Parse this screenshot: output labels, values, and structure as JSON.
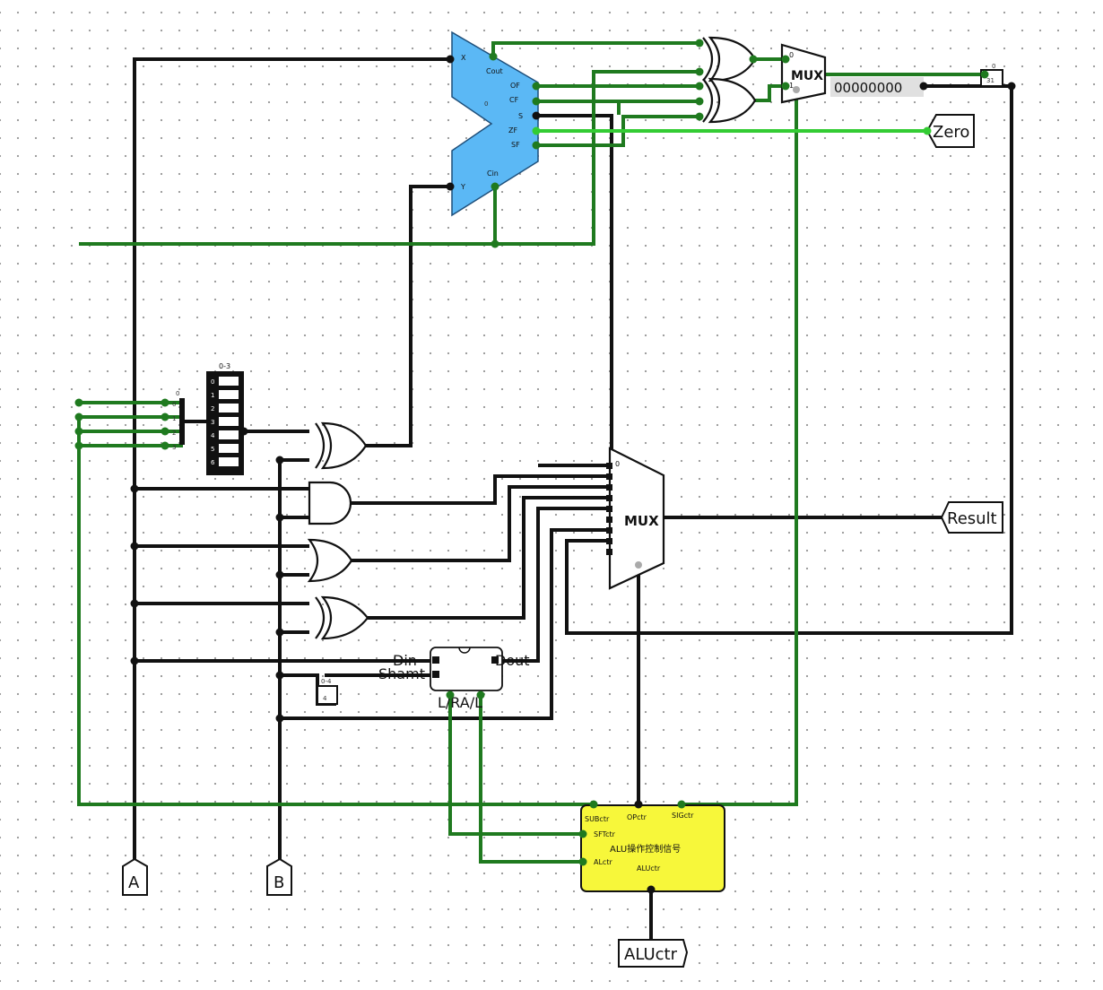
{
  "pins": {
    "a": "A",
    "b": "B",
    "aluctr": "ALUctr",
    "zero": "Zero",
    "result": "Result"
  },
  "adder": {
    "x": "X",
    "y": "Y",
    "cout": "Cout",
    "of": "OF",
    "cf": "CF",
    "s": "S",
    "zf": "ZF",
    "sf": "SF",
    "cin": "Cin",
    "sel": "0"
  },
  "mux_top": {
    "label": "MUX",
    "in0": "0",
    "in1": "1"
  },
  "mux_main": {
    "label": "MUX",
    "in0": "0"
  },
  "probe": {
    "value": "00000000"
  },
  "splitter_top": {
    "label": "0",
    "end": "31"
  },
  "splitter_ctrl": {
    "label": "0",
    "items": [
      "0",
      "1",
      "2",
      "3"
    ]
  },
  "decoder": {
    "header": "0-3",
    "rows": [
      "0",
      "1",
      "2",
      "3",
      "4",
      "5",
      "6"
    ]
  },
  "shifter": {
    "din": "Din",
    "shamt": "Shamt",
    "dout": "Dout",
    "name": "L/RA/L"
  },
  "shamt_split": {
    "label": "0-4",
    "end": "4"
  },
  "controller": {
    "subctr": "SUBctr",
    "opctr": "OPctr",
    "sigctr": "SIGctr",
    "sftctr": "SFTctr",
    "title": "ALU操作控制信号",
    "alctr": "ALctr",
    "aluctr": "ALUctr"
  },
  "colors": {
    "wire_black": "#111111",
    "wire_green": "#1f7a1f",
    "wire_bright": "#33cc33",
    "adder_fill": "#5bb8f5",
    "controller_fill": "#f7f73a",
    "probe_fill": "#e0e0e0"
  }
}
